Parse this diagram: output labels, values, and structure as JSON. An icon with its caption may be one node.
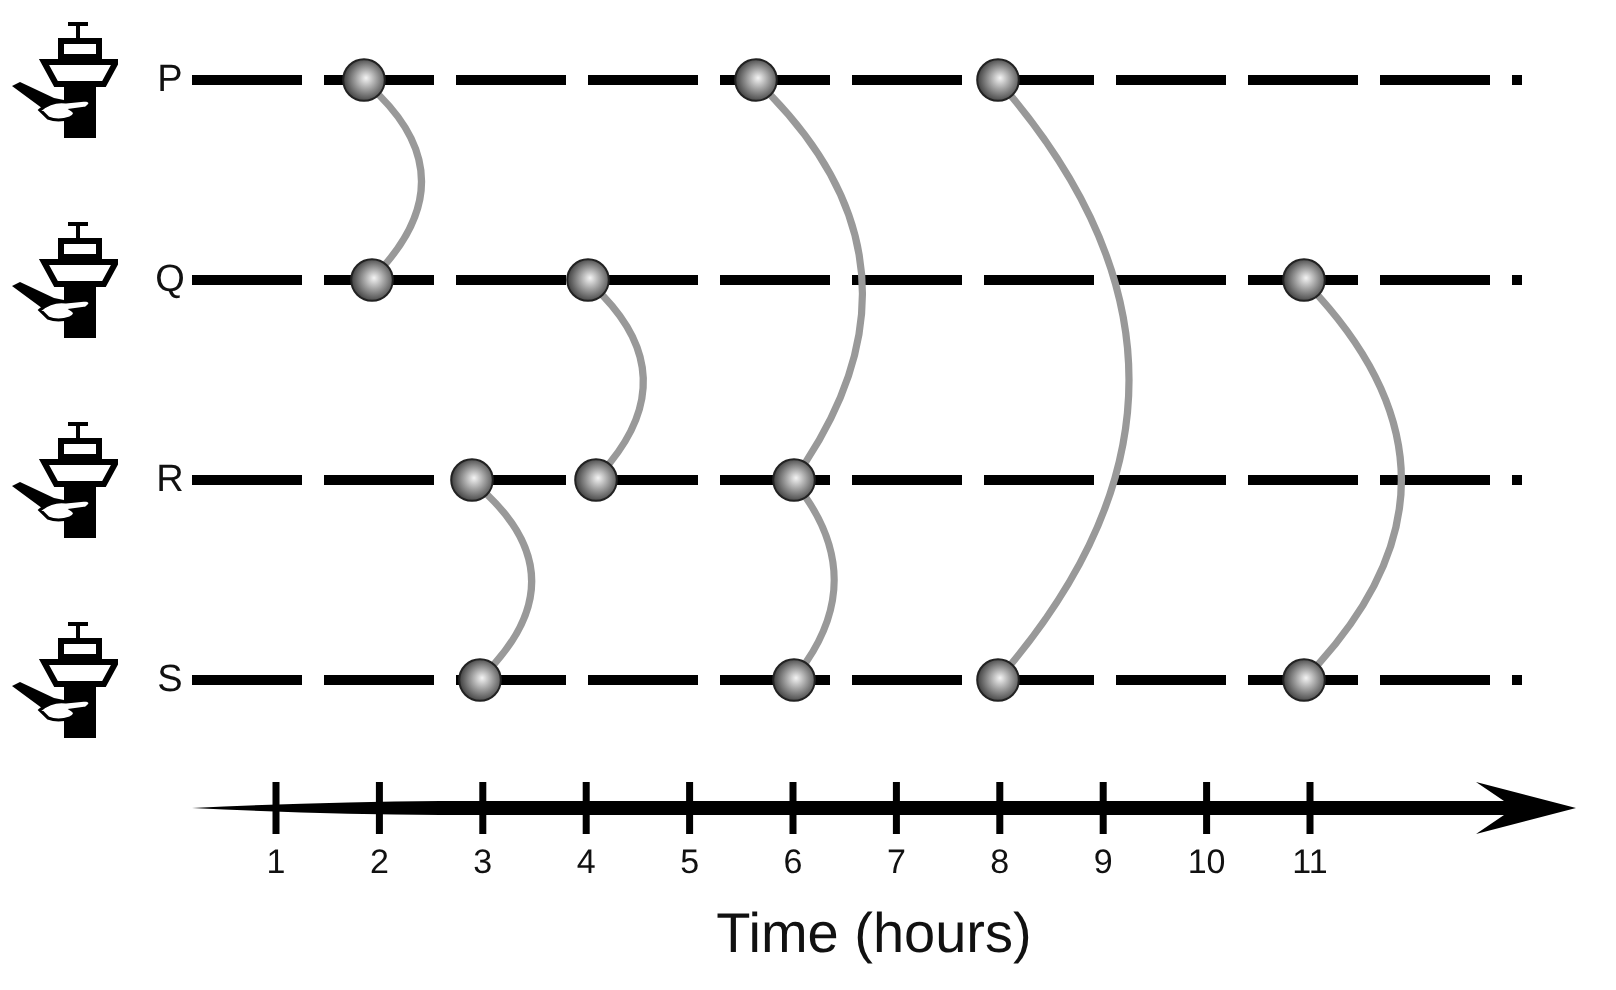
{
  "diagram": {
    "nodes": [
      {
        "text": [],
        "shape": "circle"
      },
      {
        "text": [],
        "shape": "circle"
      },
      {
        "text": [],
        "shape": "circle"
      },
      {
        "text": [],
        "shape": "circle"
      },
      {
        "text": [],
        "shape": "circle"
      },
      {
        "text": [],
        "shape": "circle"
      },
      {
        "text": [],
        "shape": "circle"
      },
      {
        "text": [],
        "shape": "circle"
      },
      {
        "text": [],
        "shape": "circle"
      },
      {
        "text": [],
        "shape": "circle"
      },
      {
        "text": [],
        "shape": "circle"
      },
      {
        "text": [],
        "shape": "circle"
      },
      {
        "text": [],
        "shape": "circle"
      }
    ],
    "edges": [
      {
        "from": 0,
        "to": 3,
        "arrow": "none"
      },
      {
        "from": 1,
        "to": 8,
        "arrow": "none"
      },
      {
        "from": 2,
        "to": 11,
        "arrow": "none"
      },
      {
        "from": 4,
        "to": 7,
        "arrow": "none"
      },
      {
        "from": 5,
        "to": 12,
        "arrow": "none"
      },
      {
        "from": 6,
        "to": 9,
        "arrow": "none"
      },
      {
        "from": 8,
        "to": 10,
        "arrow": "none"
      }
    ],
    "labels": [
      "P",
      "Q",
      "R",
      "S",
      "1",
      "2",
      "3",
      "4",
      "5",
      "6",
      "7",
      "8",
      "9",
      "10",
      "11",
      "Time (hours)"
    ]
  }
}
